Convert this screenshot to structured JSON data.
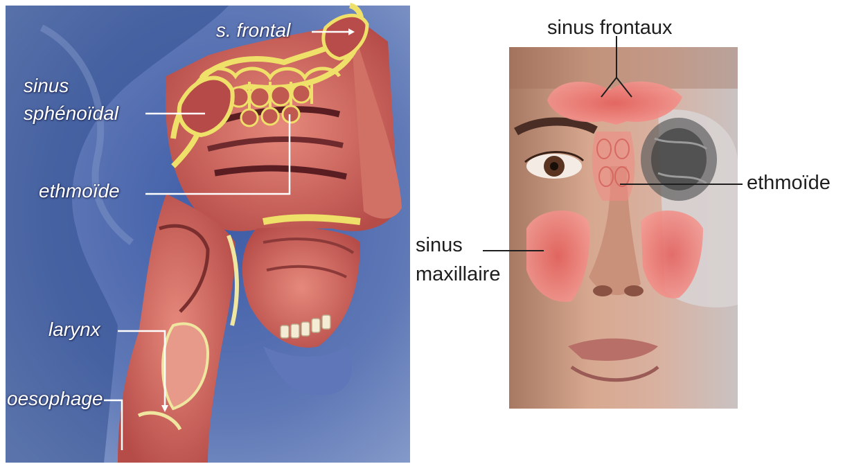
{
  "left_panel": {
    "labels": {
      "frontal": "s. frontal",
      "sphenoid_line1": "sinus",
      "sphenoid_line2": "sphénoïdal",
      "ethmoid": "ethmoïde",
      "larynx": "larynx",
      "oesophagus": "oesophage"
    }
  },
  "right_panel": {
    "labels": {
      "frontal": "sinus frontaux",
      "ethmoid": "ethmoïde",
      "maxillary_line1": "sinus",
      "maxillary_line2": "maxillaire"
    }
  },
  "colors": {
    "background_blue": "#5a72b0",
    "bone_yellow": "#e8d85a",
    "tissue_red": "#c85a55",
    "sinus_pink": "#f0908a",
    "label_white": "#ffffff",
    "label_dark": "#1e1e1e"
  }
}
